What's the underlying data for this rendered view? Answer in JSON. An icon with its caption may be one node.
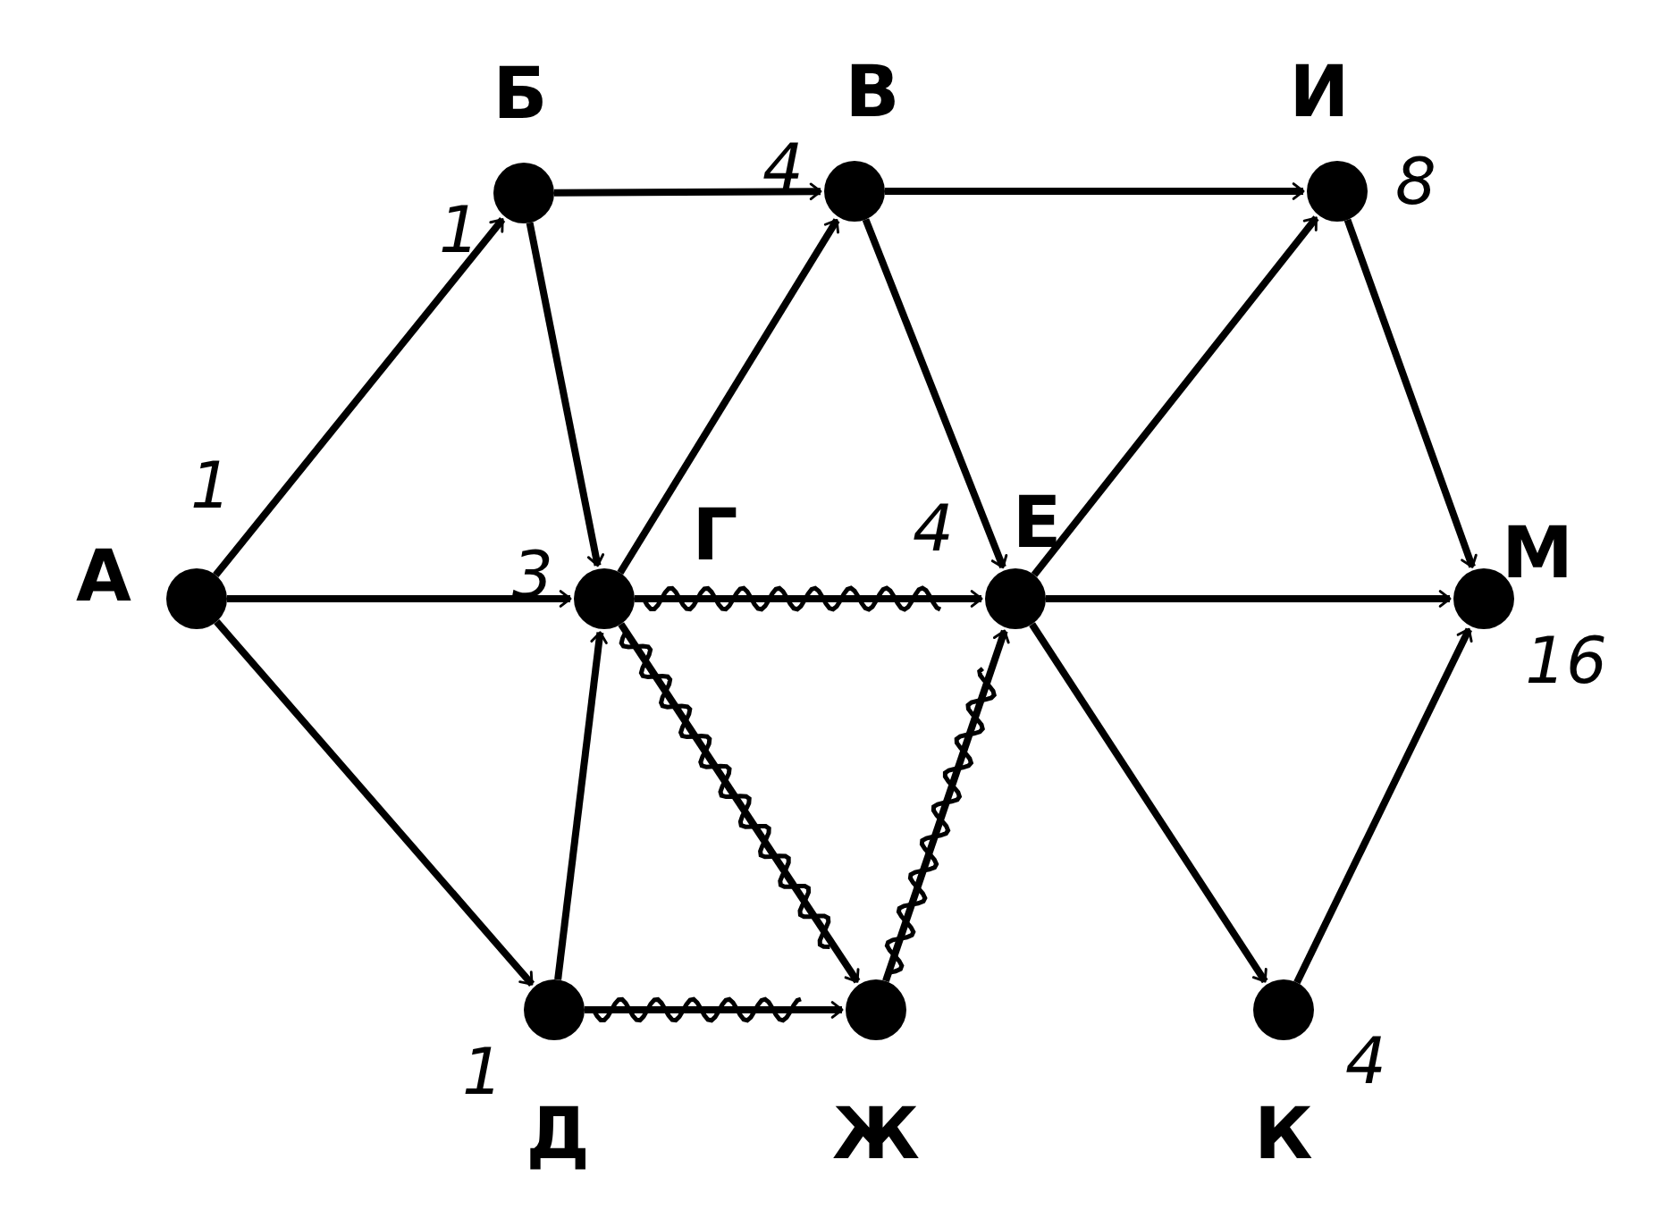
{
  "diagram": {
    "nodes": [
      {
        "text": [
          "А"
        ],
        "beside": [
          "1"
        ]
      },
      {
        "text": [
          "Б"
        ],
        "beside": [
          "1"
        ]
      },
      {
        "text": [
          "В"
        ],
        "beside": [
          "4"
        ]
      },
      {
        "text": [
          "И"
        ],
        "beside": [
          "8"
        ]
      },
      {
        "text": [
          "Г"
        ],
        "beside": [
          "3"
        ]
      },
      {
        "text": [
          "Е"
        ],
        "beside": [
          "4"
        ]
      },
      {
        "text": [
          "М"
        ],
        "beside": [
          "16"
        ]
      },
      {
        "text": [
          "Д"
        ],
        "beside": [
          "1"
        ]
      },
      {
        "text": [
          "Ж"
        ]
      },
      {
        "text": [
          "К"
        ],
        "beside": [
          "4"
        ]
      }
    ],
    "edges": [
      {
        "from": 0,
        "to": 1,
        "arrow": "to"
      },
      {
        "from": 0,
        "to": 4,
        "arrow": "to"
      },
      {
        "from": 0,
        "to": 7,
        "arrow": "to"
      },
      {
        "from": 1,
        "to": 2,
        "arrow": "to"
      },
      {
        "from": 1,
        "to": 4,
        "arrow": "to"
      },
      {
        "from": 2,
        "to": 3,
        "arrow": "to"
      },
      {
        "from": 2,
        "to": 5,
        "arrow": "to"
      },
      {
        "from": 4,
        "to": 2,
        "arrow": "to"
      },
      {
        "from": 4,
        "to": 5,
        "arrow": "to"
      },
      {
        "from": 4,
        "to": 8,
        "arrow": "to"
      },
      {
        "from": 7,
        "to": 4,
        "arrow": "to"
      },
      {
        "from": 7,
        "to": 8,
        "arrow": "to"
      },
      {
        "from": 8,
        "to": 5,
        "arrow": "to"
      },
      {
        "from": 5,
        "to": 3,
        "arrow": "to"
      },
      {
        "from": 5,
        "to": 6,
        "arrow": "to"
      },
      {
        "from": 5,
        "to": 9,
        "arrow": "to"
      },
      {
        "from": 3,
        "to": 6,
        "arrow": "to"
      },
      {
        "from": 9,
        "to": 6,
        "arrow": "to"
      }
    ]
  }
}
